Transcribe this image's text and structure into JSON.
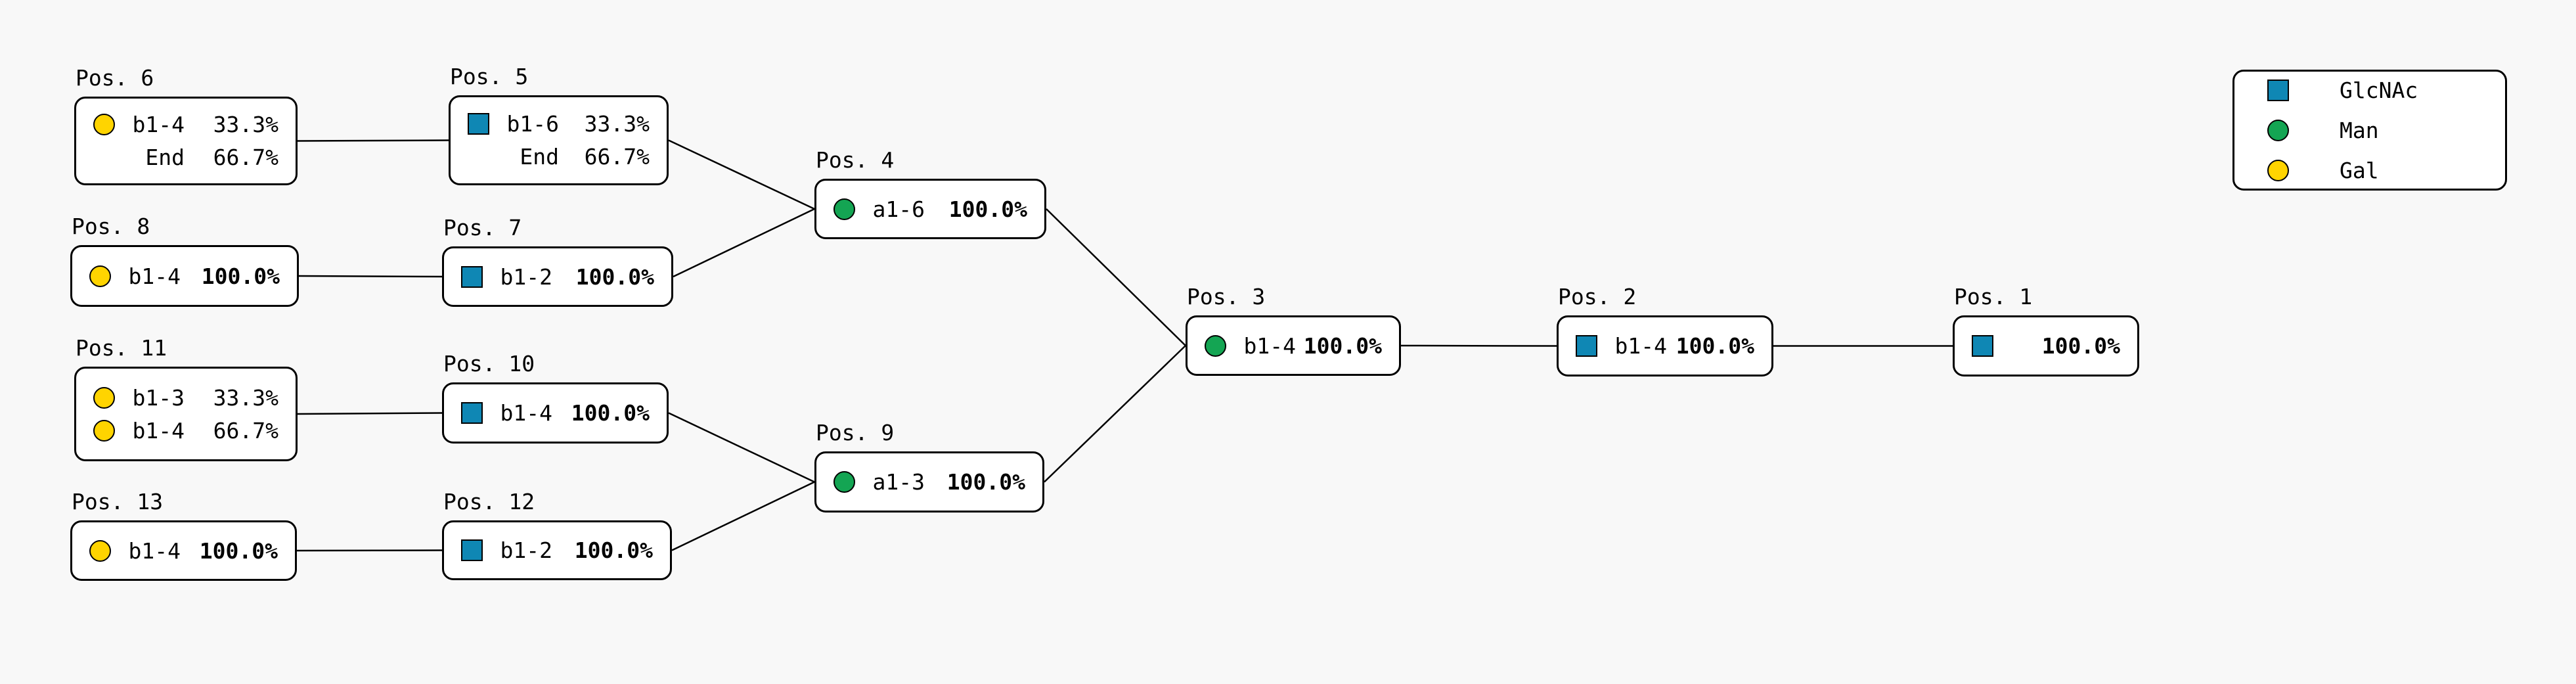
{
  "figure": {
    "background": "#f8f8f8",
    "node_fill": "#ffffff",
    "line_color": "#000000"
  },
  "colors": {
    "GlcNAc": "#0f87b4",
    "Man": "#14a553",
    "Gal": "#ffd400"
  },
  "legend": {
    "items": [
      {
        "label": "GlcNAc",
        "shape": "square",
        "color_key": "GlcNAc"
      },
      {
        "label": "Man",
        "shape": "circle",
        "color_key": "Man"
      },
      {
        "label": "Gal",
        "shape": "circle",
        "color_key": "Gal"
      }
    ]
  },
  "nodes": [
    {
      "id": "pos1",
      "title": "Pos. 1",
      "rows": [
        {
          "icon": "GlcNAc",
          "shape": "square",
          "linkage": "",
          "pct": "100.0%",
          "bold": true
        }
      ]
    },
    {
      "id": "pos2",
      "title": "Pos. 2",
      "rows": [
        {
          "icon": "GlcNAc",
          "shape": "square",
          "linkage": "b1-4",
          "pct": "100.0%",
          "bold": true
        }
      ]
    },
    {
      "id": "pos3",
      "title": "Pos. 3",
      "rows": [
        {
          "icon": "Man",
          "shape": "circle",
          "linkage": "b1-4",
          "pct": "100.0%",
          "bold": true
        }
      ]
    },
    {
      "id": "pos4",
      "title": "Pos. 4",
      "rows": [
        {
          "icon": "Man",
          "shape": "circle",
          "linkage": "a1-6",
          "pct": "100.0%",
          "bold": true
        }
      ]
    },
    {
      "id": "pos5",
      "title": "Pos. 5",
      "rows": [
        {
          "icon": "GlcNAc",
          "shape": "square",
          "linkage": "b1-6",
          "pct": "33.3%",
          "bold": false
        },
        {
          "icon": null,
          "shape": null,
          "linkage": "End",
          "pct": "66.7%",
          "bold": false
        }
      ]
    },
    {
      "id": "pos6",
      "title": "Pos. 6",
      "rows": [
        {
          "icon": "Gal",
          "shape": "circle",
          "linkage": "b1-4",
          "pct": "33.3%",
          "bold": false
        },
        {
          "icon": null,
          "shape": null,
          "linkage": "End",
          "pct": "66.7%",
          "bold": false
        }
      ]
    },
    {
      "id": "pos7",
      "title": "Pos. 7",
      "rows": [
        {
          "icon": "GlcNAc",
          "shape": "square",
          "linkage": "b1-2",
          "pct": "100.0%",
          "bold": true
        }
      ]
    },
    {
      "id": "pos8",
      "title": "Pos. 8",
      "rows": [
        {
          "icon": "Gal",
          "shape": "circle",
          "linkage": "b1-4",
          "pct": "100.0%",
          "bold": true
        }
      ]
    },
    {
      "id": "pos9",
      "title": "Pos. 9",
      "rows": [
        {
          "icon": "Man",
          "shape": "circle",
          "linkage": "a1-3",
          "pct": "100.0%",
          "bold": true
        }
      ]
    },
    {
      "id": "pos10",
      "title": "Pos. 10",
      "rows": [
        {
          "icon": "GlcNAc",
          "shape": "square",
          "linkage": "b1-4",
          "pct": "100.0%",
          "bold": true
        }
      ]
    },
    {
      "id": "pos11",
      "title": "Pos. 11",
      "rows": [
        {
          "icon": "Gal",
          "shape": "circle",
          "linkage": "b1-3",
          "pct": "33.3%",
          "bold": false
        },
        {
          "icon": "Gal",
          "shape": "circle",
          "linkage": "b1-4",
          "pct": "66.7%",
          "bold": false
        }
      ]
    },
    {
      "id": "pos12",
      "title": "Pos. 12",
      "rows": [
        {
          "icon": "GlcNAc",
          "shape": "square",
          "linkage": "b1-2",
          "pct": "100.0%",
          "bold": true
        }
      ]
    },
    {
      "id": "pos13",
      "title": "Pos. 13",
      "rows": [
        {
          "icon": "Gal",
          "shape": "circle",
          "linkage": "b1-4",
          "pct": "100.0%",
          "bold": true
        }
      ]
    }
  ],
  "edges": [
    [
      "pos6",
      "pos5"
    ],
    [
      "pos8",
      "pos7"
    ],
    [
      "pos5",
      "pos4"
    ],
    [
      "pos7",
      "pos4"
    ],
    [
      "pos11",
      "pos10"
    ],
    [
      "pos13",
      "pos12"
    ],
    [
      "pos10",
      "pos9"
    ],
    [
      "pos12",
      "pos9"
    ],
    [
      "pos4",
      "pos3"
    ],
    [
      "pos9",
      "pos3"
    ],
    [
      "pos3",
      "pos2"
    ],
    [
      "pos2",
      "pos1"
    ]
  ]
}
